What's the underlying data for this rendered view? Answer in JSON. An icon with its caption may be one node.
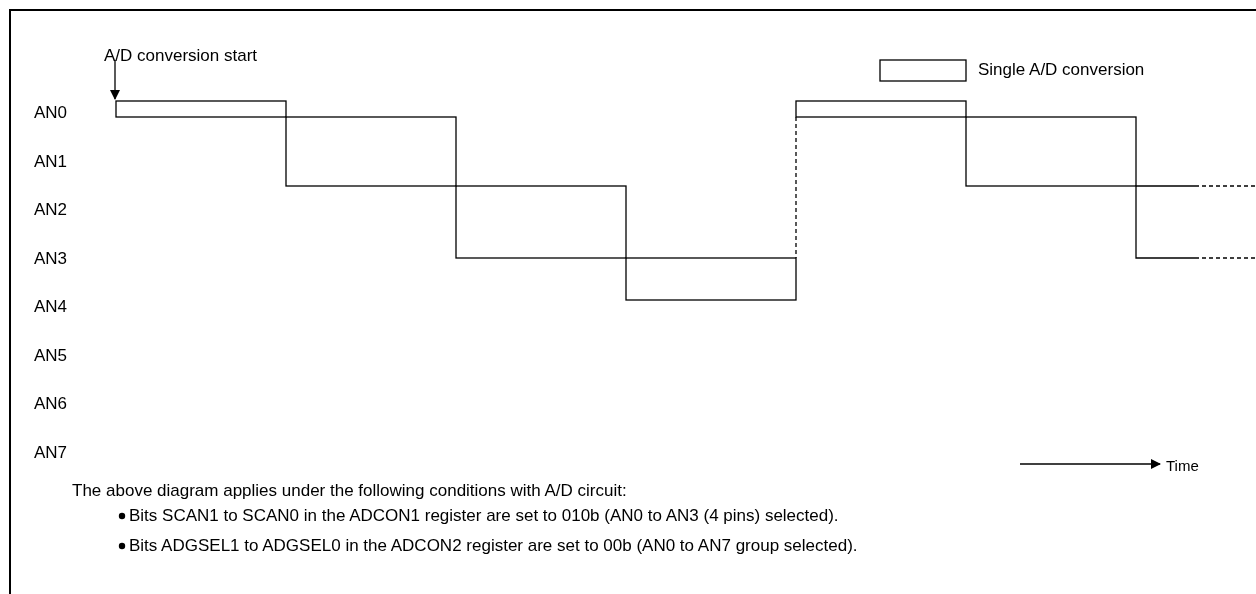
{
  "diagram": {
    "labels": [
      "A/D conversion start",
      "AN0",
      "AN1",
      "AN2",
      "AN3",
      "AN4",
      "AN5",
      "AN6",
      "AN7",
      "Time",
      "The above diagram applies under the following conditions with A/D circuit:",
      "Bits SCAN1 to SCAN0 in the ADCON1 register are set to 010b (AN0 to AN3 (4 pins) selected).",
      "Bits ADGSEL1 to ADGSEL0 in the ADCON2 register are set to 00b (AN0 to AN7 group selected)."
    ],
    "legend": [
      {
        "text": "Single A/D conversion"
      }
    ]
  }
}
